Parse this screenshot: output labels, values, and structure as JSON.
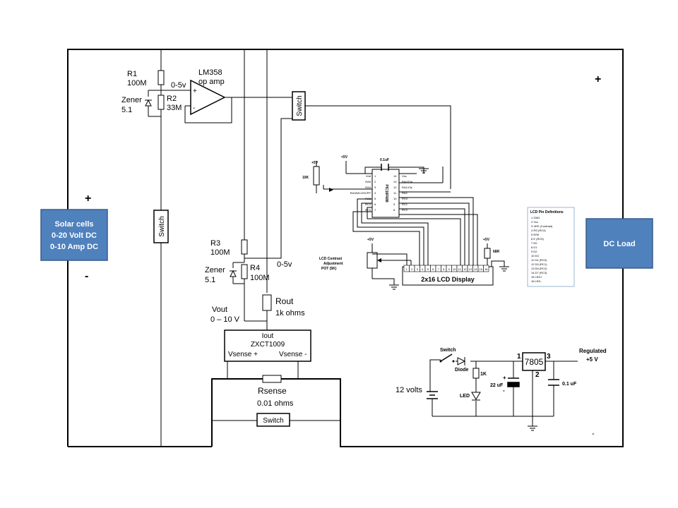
{
  "colors": {
    "wire": "#000000",
    "box_fill": "#4F81BD",
    "box_stroke": "#385D8A",
    "legend_border": "#99B4D1"
  },
  "solar": {
    "line1": "Solar cells",
    "line2": "0-20 Volt DC",
    "line3": "0-10 Amp DC",
    "plus": "+",
    "minus": "-"
  },
  "load": {
    "label": "DC Load",
    "plus": "+",
    "minus": "-"
  },
  "r1": {
    "name": "R1",
    "value": "100M"
  },
  "r2": {
    "name": "R2",
    "value": "33M"
  },
  "zener_top": {
    "name": "Zener",
    "value": "5.1"
  },
  "opamp": {
    "line1": "LM358",
    "line2": "op amp",
    "vin": "0-5v",
    "plus": "+",
    "minus": "-"
  },
  "switches": {
    "top": "Switch",
    "mid": "Switch",
    "bottom": "Switch"
  },
  "r3": {
    "name": "R3",
    "value": "100M"
  },
  "r4": {
    "name": "R4",
    "value": "100M"
  },
  "zener_bottom": {
    "name": "Zener",
    "value": "5.1"
  },
  "vout_label": {
    "line1": "Vout",
    "line2": "0 – 10 V",
    "div_out": "0-5v"
  },
  "rout": {
    "name": "Rout",
    "value": "1k ohms"
  },
  "sensor": {
    "iout": "Iout",
    "part": "ZXCT1009",
    "vs_plus": "Vsense +",
    "vs_minus": "Vsense -"
  },
  "rsense": {
    "name": "Rsense",
    "value": "0.01 ohms"
  },
  "pic": {
    "part": "PIC16F688",
    "left_pins": [
      "Vdd",
      "RA5",
      "RA4",
      "RA3/MCLR/VPP",
      "RC5",
      "RC4",
      "RC3"
    ],
    "left_nums": [
      "1",
      "2",
      "3",
      "4",
      "5",
      "6",
      "7"
    ],
    "right_pins": [
      "Vss",
      "RA0/Dat",
      "RA1/Clk",
      "RA2",
      "RC0",
      "RC1",
      "RC2"
    ],
    "right_nums": [
      "14",
      "13",
      "12",
      "11",
      "10",
      "9",
      "8"
    ],
    "vplus_a": "+5V",
    "vplus_b": "+5V",
    "pot": "10K",
    "cap": "0.1uF"
  },
  "lcd": {
    "label": "2x16 LCD Display",
    "pins": [
      "1",
      "2",
      "3",
      "4",
      "5",
      "6",
      "7",
      "8",
      "9",
      "10",
      "11",
      "12",
      "13",
      "14",
      "15",
      "16"
    ],
    "contrast": [
      "LCD Contrast",
      "Adjustment",
      "POT (5K)"
    ],
    "vplus": "+5V",
    "vplus_r": "+5V",
    "r68": "68R"
  },
  "legend": {
    "title": "LCD Pin Definitions",
    "items": [
      "1  GND",
      "2  Vcc",
      "3  VEE (Contrast)",
      "4  RS (RC4)",
      "5  R/W",
      "6  E (RC5)",
      "7  D0",
      "8  D1",
      "9  D2",
      "10  D3",
      "11  D4 (RC0)",
      "12  D5 (RC1)",
      "13  D6 (RC2)",
      "14  D7 (RC3)",
      "15  LED+",
      "16  LED-"
    ]
  },
  "psu": {
    "switch": "Switch",
    "diode": "Diode",
    "r1k": "1K",
    "led": "LED",
    "cap1": "22 uF",
    "cap1_plus": "+",
    "cap1_minus": "-",
    "cap2": "0.1 uF",
    "reg": "7805",
    "pin1": "1",
    "pin2": "2",
    "pin3": "3",
    "out1": "Regulated",
    "out2": "+5 V",
    "battery": "12 volts"
  }
}
